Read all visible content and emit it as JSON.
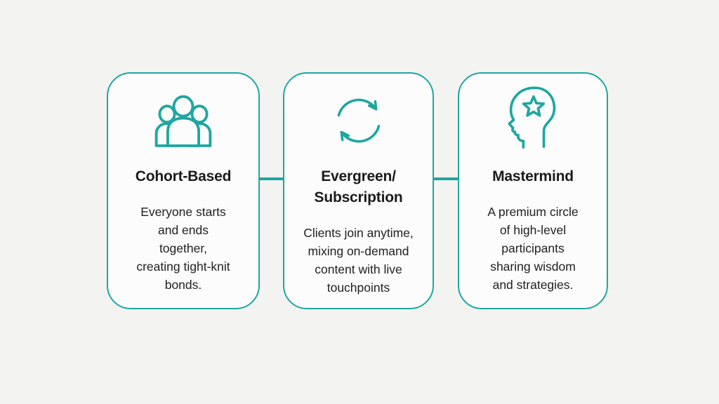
{
  "page": {
    "accent_color": "#1ea7a1",
    "background_color": "#f3f3f2",
    "card_background_color": "#fcfcfc",
    "heading_color": "#1b1b1b",
    "body_text_color": "#212121"
  },
  "cards": [
    {
      "id": "cohort-based",
      "icon": "people-group-icon",
      "title": "Cohort-Based",
      "body": "Everyone starts\nand ends\ntogether,\ncreating tight-knit\nbonds."
    },
    {
      "id": "evergreen-subscription",
      "icon": "cycle-arrows-icon",
      "title": "Evergreen/\nSubscription",
      "body": "Clients join anytime,\nmixing on-demand\ncontent with live\ntouchpoints"
    },
    {
      "id": "mastermind",
      "icon": "head-star-icon",
      "title": "Mastermind",
      "body": "A premium circle\nof high-level\nparticipants\nsharing wisdom\nand strategies."
    }
  ]
}
